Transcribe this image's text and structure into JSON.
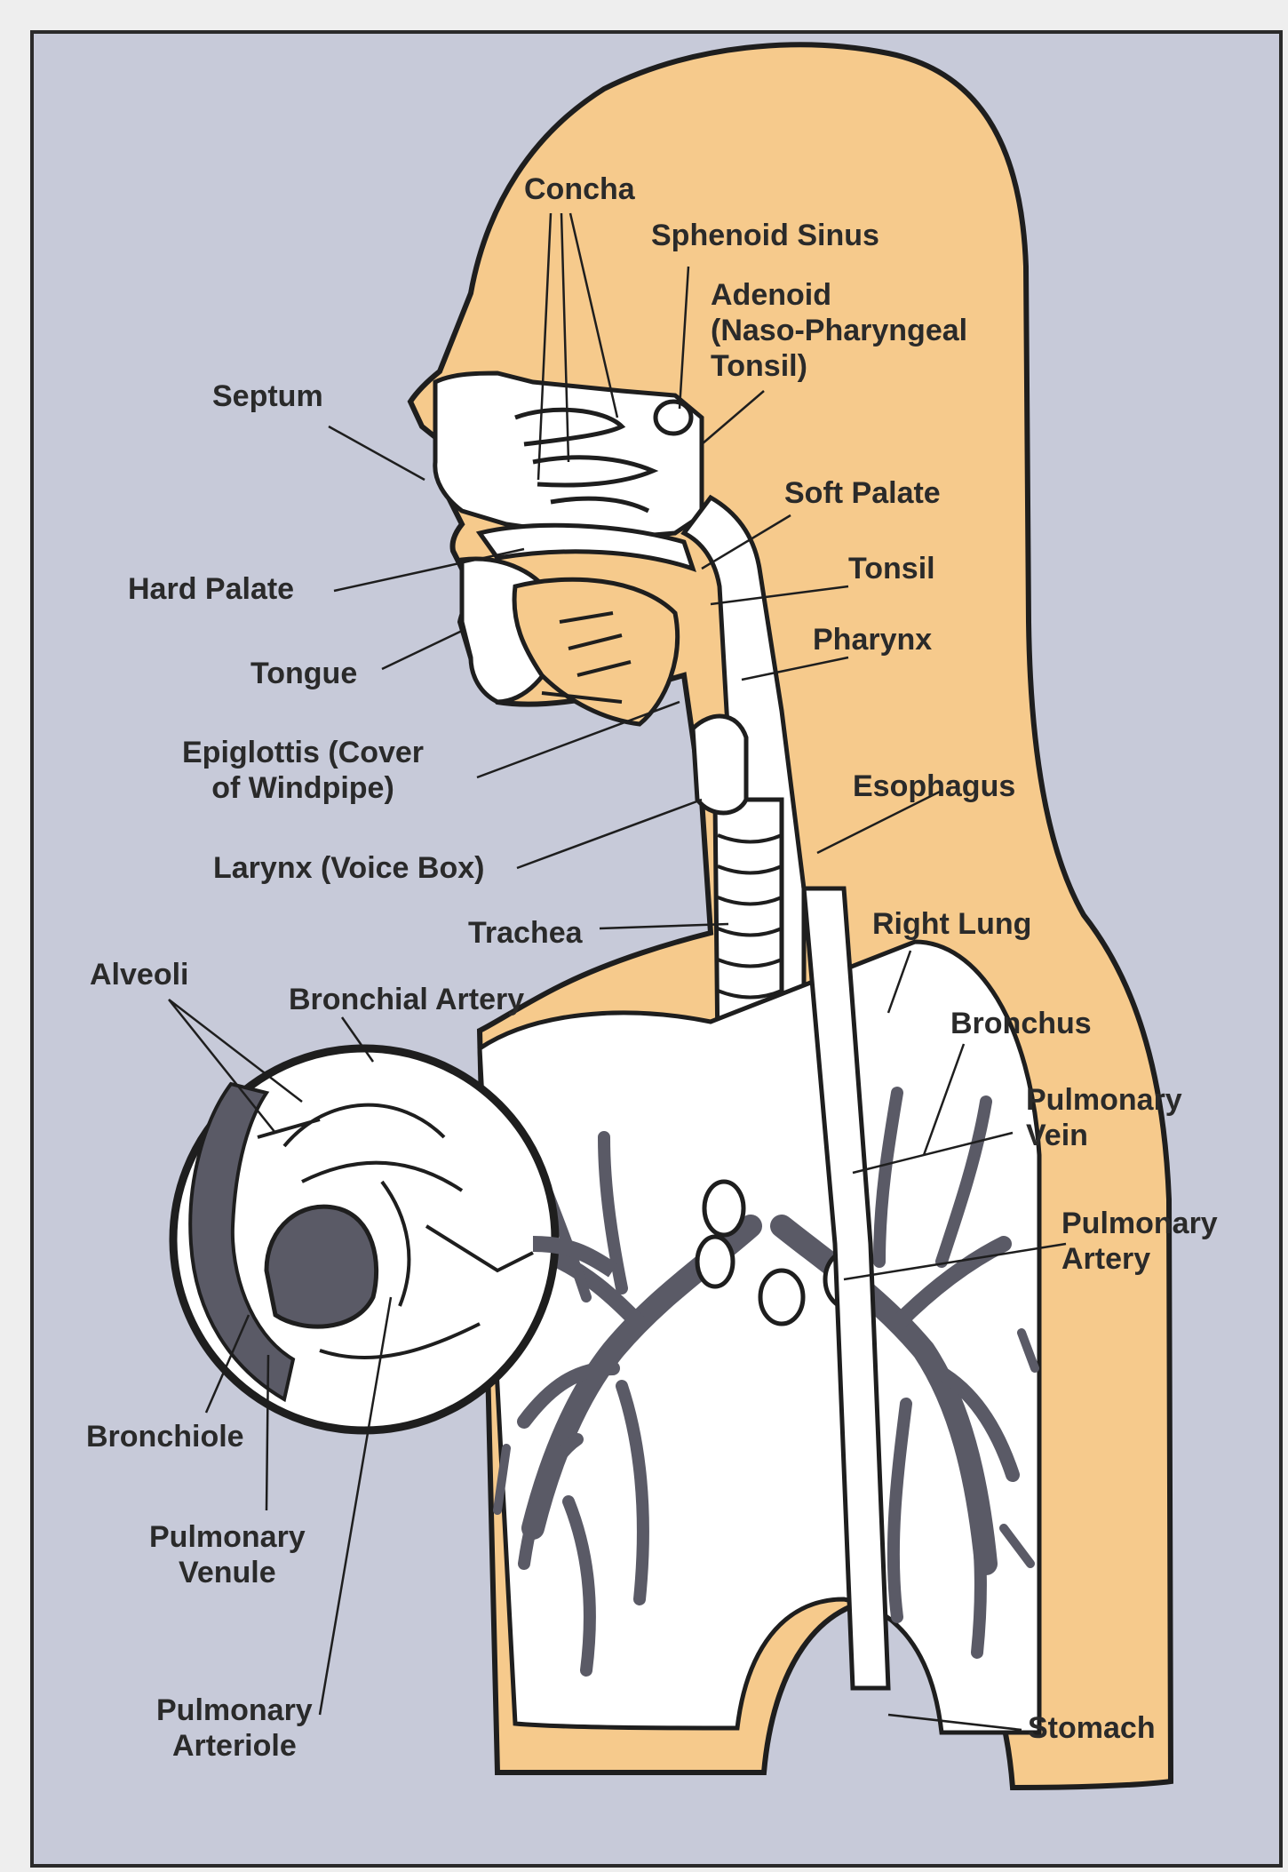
{
  "colors": {
    "background": "#c7cad9",
    "body_fill": "#f6ca8c",
    "airway_fill": "#ffffff",
    "vessel_fill": "#5a5a66",
    "outline": "#1e1e1e",
    "label_text": "#2a2a2a",
    "frame_border": "#2a2a2a"
  },
  "labels": {
    "concha": "Concha",
    "sphenoid_sinus": "Sphenoid Sinus",
    "adenoid": "Adenoid\n(Naso-Pharyngeal\nTonsil)",
    "septum": "Septum",
    "soft_palate": "Soft Palate",
    "hard_palate": "Hard Palate",
    "tonsil": "Tonsil",
    "tongue": "Tongue",
    "pharynx": "Pharynx",
    "epiglottis": "Epiglottis (Cover\nof Windpipe)",
    "esophagus": "Esophagus",
    "larynx": "Larynx (Voice Box)",
    "trachea": "Trachea",
    "right_lung": "Right Lung",
    "alveoli": "Alveoli",
    "bronchial_artery": "Bronchial Artery",
    "bronchus": "Bronchus",
    "pulmonary_vein": "Pulmonary\nVein",
    "pulmonary_artery": "Pulmonary\nArtery",
    "bronchiole": "Bronchiole",
    "pulmonary_venule": "Pulmonary\nVenule",
    "pulmonary_arteriole": "Pulmonary\nArteriole",
    "stomach": "Stomach"
  }
}
